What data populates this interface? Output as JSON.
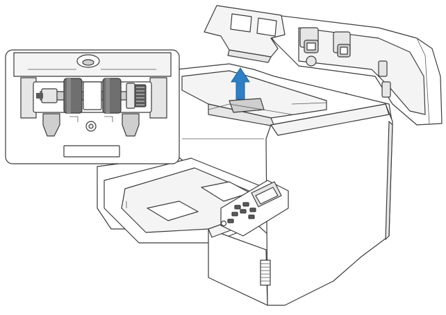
{
  "illustration": {
    "subject": "document-scanner",
    "callout": "roller-assembly-inset",
    "action": "lift-up-arrow"
  },
  "colors": {
    "arrow": "#2d7fc6",
    "roller": "#6f6f6f",
    "outline": "#3a3a3a",
    "body": "#ffffff",
    "shade": "#e6e6e6"
  }
}
